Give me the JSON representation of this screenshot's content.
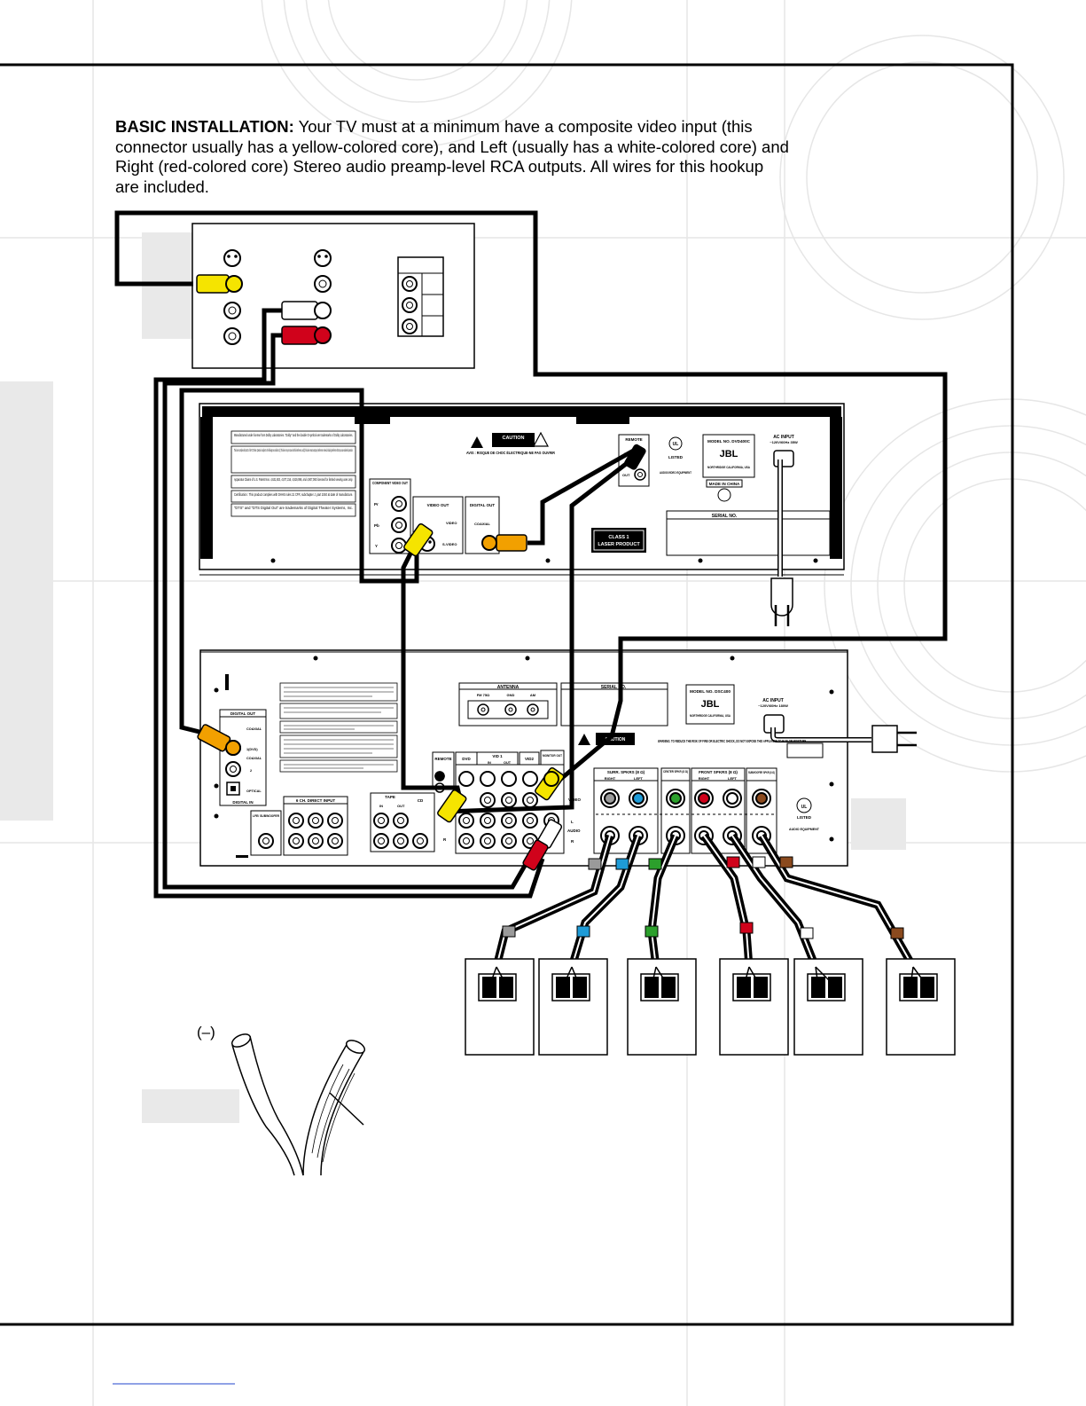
{
  "intro": {
    "heading": "BASIC INSTALLATION:",
    "body": "Your TV must at a minimum have a composite video input (this connector usually has a yellow-colored core), and Left (usually has a white-colored core) and Right (red-colored core) Stereo audio preamp-level RCA outputs. All wires for this hookup are included."
  },
  "dvd_panel": {
    "component_video_out": "COMPONENT VIDEO OUT",
    "pr": "Pr",
    "pb": "Pb",
    "y": "Y",
    "video_out": "VIDEO OUT",
    "video": "VIDEO",
    "s_video": "S-VIDEO",
    "digital_out": "DIGITAL OUT",
    "coaxial": "COAXIAL",
    "remote": "REMOTE",
    "in": "IN",
    "out": "OUT",
    "caution": "CAUTION",
    "avis": "AVIS : RISQUE DE CHOC ÉLECTRIQUE-NE PAS OUVRIR",
    "class1": "CLASS 1",
    "laser": "LASER PRODUCT",
    "model": "MODEL NO. DVD400C",
    "brand": "JBL",
    "origin": "NORTHRIDGE CALIFORNIA, USA",
    "made_in": "MADE IN CHINA",
    "serial": "SERIAL NO.",
    "ac_input": "AC INPUT",
    "ac_rating": "~120V/60Hz 35W",
    "listed": "LISTED",
    "audio_video": "AUDIO/VIDEO EQUIPMENT",
    "ul": "UL",
    "notices": [
      "Manufactured under license from Dolby Laboratories. \"Dolby\" and the double-D symbol are trademarks of Dolby Laboratories.",
      "This device complies with part 15 of the FCC Rules. Operation is subject to the following two conditions: (1) This device may not cause harmful interference, and (2) this device must accept any interference received, including interference that may cause undesired operation.",
      "Apparatus Claims of U.S. Patent Nos. 4,631,603, 4,577,216, 4,819,098, and 4,907,093 licensed for limited viewing uses only.",
      "Certification : This product complies with DHHS rules 21 CFR, subchapter J, part 1040 at date of manufacture.",
      "\"DTS\" and \"DTS Digital Out\" are trademarks of Digital Theater Systems, Inc."
    ]
  },
  "receiver_panel": {
    "antenna": "ANTENNA",
    "fm": "FM 75Ω",
    "gnd": "GND",
    "am": "AM",
    "serial": "SERIAL NO.",
    "model": "MODEL NO. DSC400",
    "brand": "JBL",
    "origin": "NORTHRIDGE CALIFORNIA, USA",
    "ac_input": "AC INPUT",
    "ac_rating": "~120V/60Hz 180W",
    "digital_out": "DIGITAL OUT",
    "coaxial": "COAXIAL",
    "dvd1": "1(DVD)",
    "coaxial2": "COAXIAL",
    "two": "2",
    "optical": "OPTICAL",
    "digital_in": "DIGITAL IN",
    "lfe": "LFE/ SUBWOOFER",
    "direct": "6 CH. DIRECT INPUT",
    "tape": "TAPE",
    "cd": "CD",
    "in": "IN",
    "out": "OUT",
    "remote": "REMOTE",
    "dvd": "DVD",
    "vid1": "VID 1",
    "vid2": "VID2",
    "monitor_out": "MONITOR OUT",
    "video": "VIDEO",
    "audio": "AUDIO",
    "l": "L",
    "r": "R",
    "caution": "CAUTION",
    "surr": "SURR. SPKRS (8 Ω)",
    "right": "RIGHT",
    "left": "LEFT",
    "center": "CENTER SPKR (8 Ω)",
    "front": "FRONT SPKRS (8 Ω)",
    "sub": "SUBWOOFER SPKR (8 Ω)",
    "listed": "LISTED",
    "audio_equipment": "AUDIO EQUIPMENT",
    "warning": "WARNING: TO REDUCE THE RISK OF FIRE OR ELECTRIC SHOCK, DO NOT EXPOSE THIS APPLIANCE TO RAIN OR MOISTURE."
  },
  "wire_label": "(–)",
  "colors": {
    "yellow": "#f5e400",
    "red": "#d0021b",
    "white": "#ffffff",
    "orange": "#f2a000",
    "gray": "#9a9a9a",
    "blue": "#1e9bd7",
    "green": "#2ca02c",
    "brown": "#8b4a1e",
    "panel_shade": "#e9e9e9"
  }
}
